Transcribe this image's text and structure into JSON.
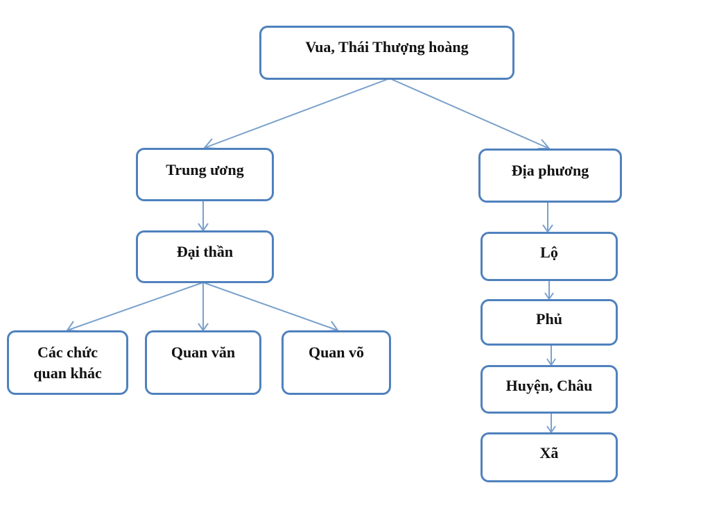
{
  "diagram": {
    "nodes": {
      "root": "Vua, Thái Thượng hoàng",
      "central": "Trung ương",
      "local": "Địa phương",
      "ministers": "Đại thần",
      "other_officials_line1": "Các chức",
      "other_officials_line2": "quan khác",
      "civil_officials": "Quan văn",
      "military_officials": "Quan võ",
      "lo": "Lộ",
      "phu": "Phủ",
      "huyen_chau": "Huyện, Châu",
      "xa": "Xã"
    },
    "colors": {
      "box_border": "#4f81bd",
      "connector": "#7aa0cc",
      "text": "#111111",
      "background": "#ffffff"
    }
  }
}
